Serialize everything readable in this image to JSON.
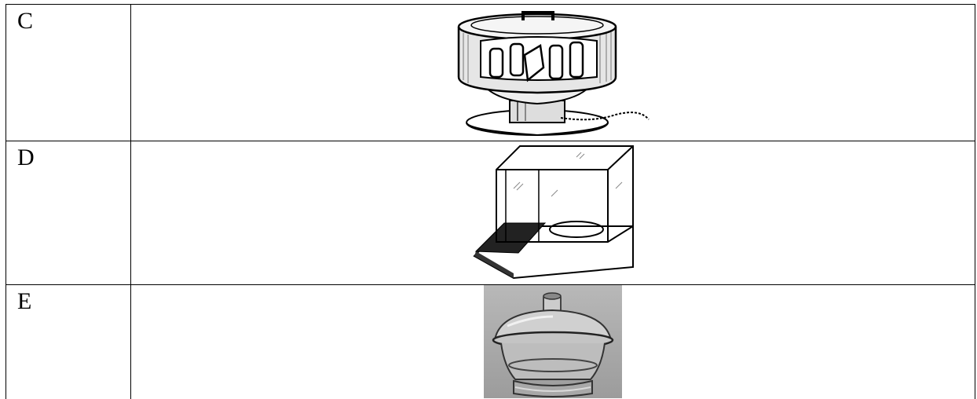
{
  "rows": [
    {
      "label": "C",
      "figure": "centrifuge-illustration"
    },
    {
      "label": "D",
      "figure": "analytical-balance-illustration"
    },
    {
      "label": "E",
      "figure": "glass-desiccator-photo"
    }
  ]
}
